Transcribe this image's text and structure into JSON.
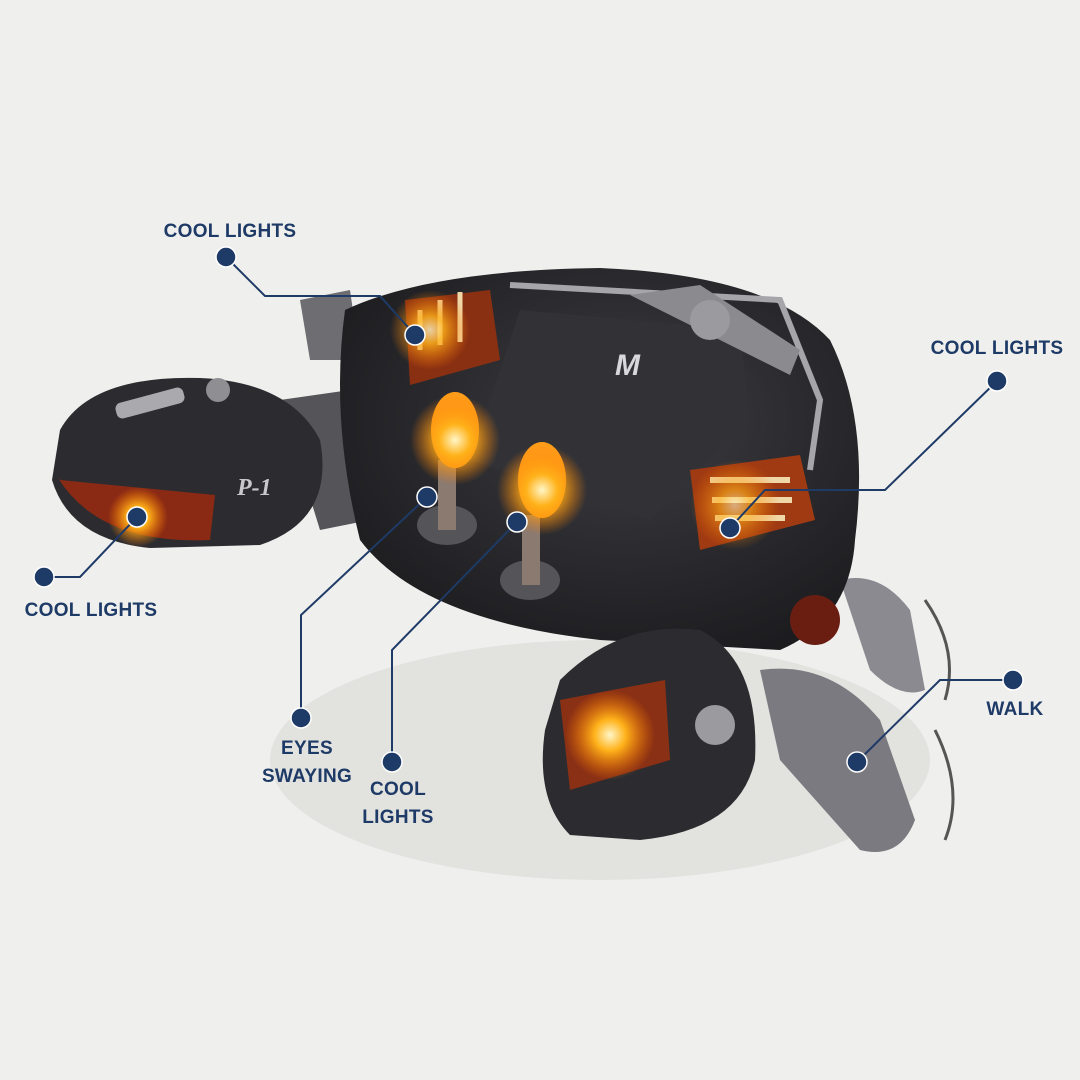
{
  "product": {
    "badge": "P-1",
    "logo": "M"
  },
  "callouts": [
    {
      "id": "shell-top-lights",
      "lines": [
        "COOL LIGHTS"
      ]
    },
    {
      "id": "shell-side-lights",
      "lines": [
        "COOL LIGHTS"
      ]
    },
    {
      "id": "head-lights",
      "lines": [
        "COOL LIGHTS"
      ]
    },
    {
      "id": "eyes",
      "lines": [
        "EYES",
        "SWAYING"
      ]
    },
    {
      "id": "eye-lights",
      "lines": [
        "COOL",
        "LIGHTS"
      ]
    },
    {
      "id": "legs",
      "lines": [
        "WALK"
      ]
    }
  ],
  "colors": {
    "accent": "#1e3a66",
    "glow": "#ffb21a",
    "body": "#2b2b2e",
    "background": "#efefed"
  }
}
